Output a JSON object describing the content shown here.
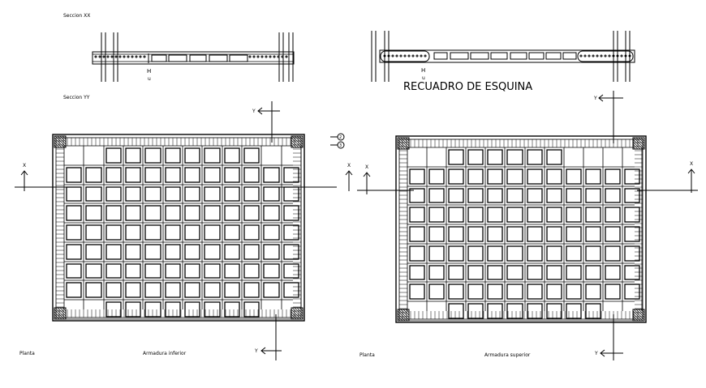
{
  "labels": {
    "section_xx": "Seccion XX",
    "section_yy": "Seccion YY",
    "title": "RECUADRO DE ESQUINA",
    "section_mark_h": "H",
    "section_mark_u": "u",
    "axis_x": "X",
    "axis_y": "Y",
    "bubble_top": "2",
    "bubble_bottom": "3",
    "plan_left_caption": "Planta",
    "plan_left_subtitle": "Armadura inferior",
    "plan_right_caption": "Planta",
    "plan_right_subtitle": "Armadura superior"
  },
  "colors": {
    "line": "#000000",
    "background": "#ffffff"
  }
}
